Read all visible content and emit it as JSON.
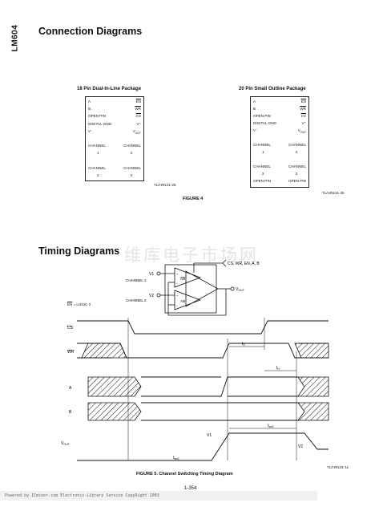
{
  "side_label": "LM604",
  "connection": {
    "title": "Connection Diagrams",
    "dip": {
      "title": "18 Pin Dual-In-Line Package",
      "left_pins": [
        "A",
        "B",
        "OPEN PIN",
        "DIGITAL GND",
        "V⁻",
        "",
        "CHANNEL",
        "1",
        "",
        "CHANNEL",
        "2"
      ],
      "right_pins": [
        "EN",
        "WR",
        "CS",
        "V⁺",
        "V",
        "",
        "CHANNEL",
        "4",
        "",
        "CHANNEL",
        "3"
      ],
      "vout_sub": "OUT",
      "code": "TL/H/9131-25"
    },
    "soic": {
      "title": "20 Pin Small Outline Package",
      "left_pins": [
        "A",
        "B",
        "OPEN PIN",
        "DIGITAL GND",
        "V⁻",
        "",
        "CHANNEL",
        "1",
        "",
        "CHANNEL",
        "2",
        "OPEN PIN"
      ],
      "right_pins": [
        "EN",
        "WR",
        "CS",
        "V⁺",
        "V",
        "",
        "CHANNEL",
        "4",
        "",
        "CHANNEL",
        "3",
        "OPEN PIN"
      ],
      "vout_sub": "OUT",
      "code": "TL/H/9131-26"
    },
    "figure_caption": "FIGURE 4"
  },
  "timing": {
    "title": "Timing Diagrams",
    "schematic": {
      "control_inputs": "CS, WR, EN, A, B",
      "v1": "V1",
      "v2": "V2",
      "ch1": "CHANNEL 1",
      "ch2": "CHANNEL 2",
      "ab1": "AB",
      "ab2": "AB",
      "vout": "V",
      "vout_sub": "OUT",
      "plus": "+",
      "minus": "−"
    },
    "en_logic": "EN = LOGIC 0",
    "signals": {
      "cs": "CS",
      "wr": "WR",
      "a": "A",
      "b": "B",
      "vout": "V",
      "vout_sub": "OUT"
    },
    "markers": {
      "ts": "t",
      "ts_sub": "S",
      "th": "t",
      "th_sub": "H",
      "tsw2_top": "t",
      "tsw2_top_sub": "sw2",
      "tsw2_bottom": "t",
      "tsw2_bottom_sub": "sw2",
      "v1": "V1",
      "v2": "V2"
    },
    "code": "TL/H/9131-11",
    "figure_caption": "FIGURE 5. Channel Switching Timing Diagram"
  },
  "watermark": "维库电子市场网",
  "page_number": "1-354",
  "footer": "Powered by ICminer.com Electronic-Library Service CopyRight 2003"
}
